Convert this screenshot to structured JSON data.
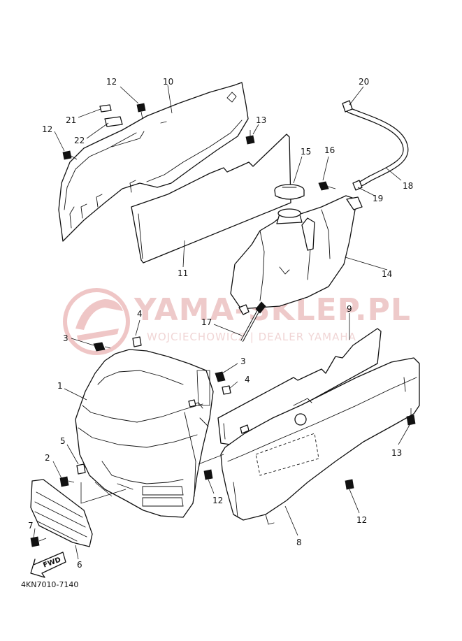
{
  "watermark": {
    "brand": "YAMA-SKLEP.PL",
    "tagline": "WOJCIECHOWICZ | DEALER YAMAHA"
  },
  "diagram": {
    "code": "4KN7010-7140",
    "fwd_label": "FWD"
  },
  "callouts": [
    {
      "id": "c20",
      "label": "20"
    },
    {
      "id": "c12a",
      "label": "12"
    },
    {
      "id": "c10",
      "label": "10"
    },
    {
      "id": "c21",
      "label": "21"
    },
    {
      "id": "c22",
      "label": "22"
    },
    {
      "id": "c12b",
      "label": "12"
    },
    {
      "id": "c13a",
      "label": "13"
    },
    {
      "id": "c15",
      "label": "15"
    },
    {
      "id": "c16",
      "label": "16"
    },
    {
      "id": "c18",
      "label": "18"
    },
    {
      "id": "c19",
      "label": "19"
    },
    {
      "id": "c14",
      "label": "14"
    },
    {
      "id": "c11",
      "label": "11"
    },
    {
      "id": "c9",
      "label": "9"
    },
    {
      "id": "c4a",
      "label": "4"
    },
    {
      "id": "c3a",
      "label": "3"
    },
    {
      "id": "c17",
      "label": "17"
    },
    {
      "id": "c3b",
      "label": "3"
    },
    {
      "id": "c1",
      "label": "1"
    },
    {
      "id": "c4b",
      "label": "4"
    },
    {
      "id": "c5",
      "label": "5"
    },
    {
      "id": "c2",
      "label": "2"
    },
    {
      "id": "c13b",
      "label": "13"
    },
    {
      "id": "c12c",
      "label": "12"
    },
    {
      "id": "c12d",
      "label": "12"
    },
    {
      "id": "c7",
      "label": "7"
    },
    {
      "id": "c8",
      "label": "8"
    },
    {
      "id": "c6",
      "label": "6"
    }
  ]
}
